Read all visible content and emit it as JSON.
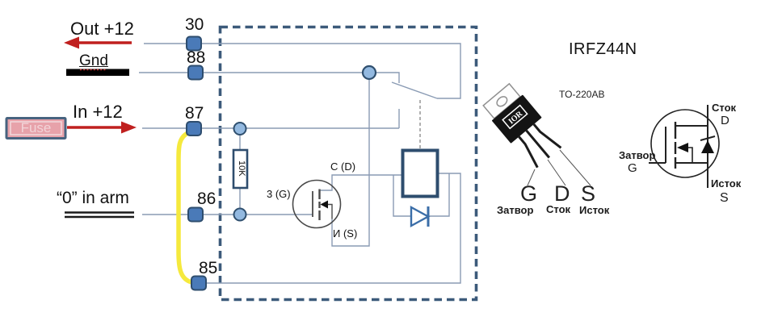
{
  "colors": {
    "terminal_fill": "#4a7ab8",
    "terminal_border": "#2e4d6e",
    "junction_fill": "#93b9e0",
    "wire": "#8a9bb4",
    "accent_red": "#c0201f",
    "wire_yellow": "#f5e93d",
    "box_dash": "#3c5a7a",
    "component_dark": "#2e4d6e",
    "diode_blue": "#3b6ea8",
    "fuse_fill": "#e7a2aa",
    "fuse_border": "#47637f",
    "fuse_text": "#f2d4d8"
  },
  "left": {
    "out_label": "Out +12",
    "gnd_label": "Gnd",
    "in_label": "In +12",
    "fuse_label": "Fuse",
    "zero_label": "“0” in arm"
  },
  "terminals": {
    "t30": "30",
    "t88": "88",
    "t87": "87",
    "t86": "86",
    "t85": "85"
  },
  "relay_module": {
    "resistor_value": "10K",
    "mosfet_gate_label": "3 (G)",
    "mosfet_drain_label": "C (D)",
    "mosfet_source_label": "И (S)"
  },
  "transistor": {
    "title": "IRFZ44N",
    "package": "TO-220AB",
    "logo": "IOR",
    "pin_g": "G",
    "pin_d": "D",
    "pin_s": "S",
    "pin_g_name": "Затвор",
    "pin_d_name": "Сток",
    "pin_s_name": "Исток"
  },
  "symbol": {
    "drain_name": "Сток",
    "drain_letter": "D",
    "gate_name": "Затвор",
    "gate_letter": "G",
    "source_name": "Исток",
    "source_letter": "S"
  }
}
